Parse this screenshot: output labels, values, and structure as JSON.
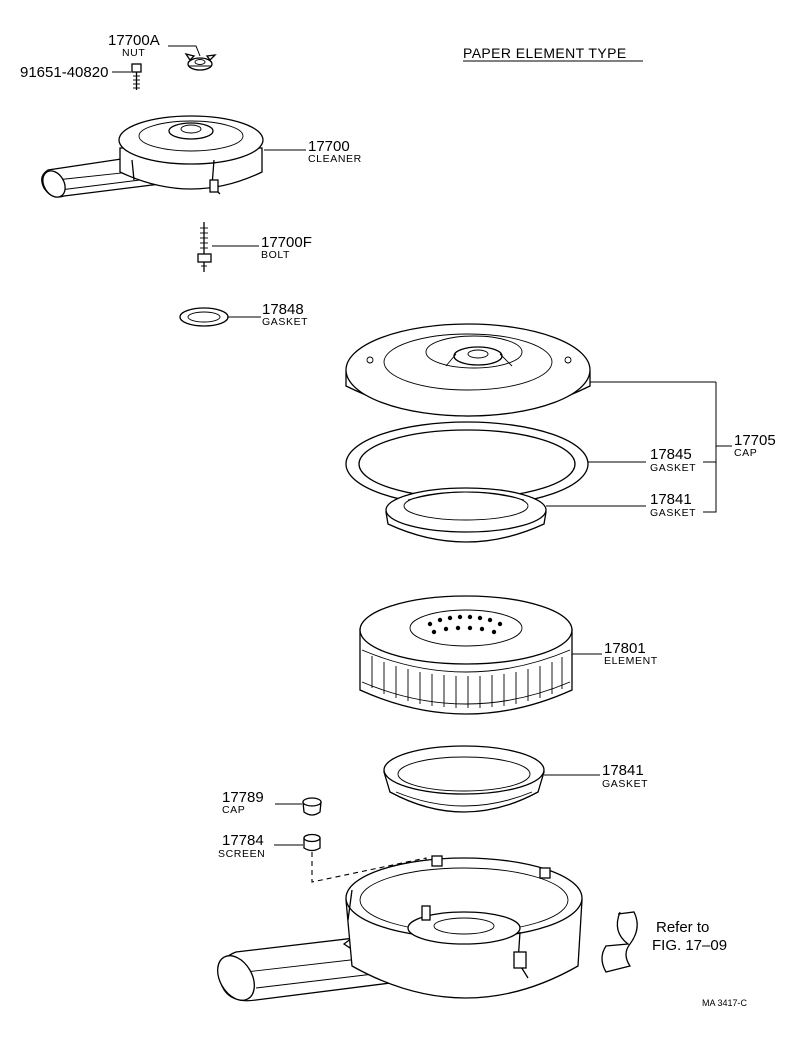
{
  "title": "PAPER ELEMENT TYPE",
  "parts": [
    {
      "id": "p17700A",
      "number": "17700A",
      "name": "NUT"
    },
    {
      "id": "p91651",
      "number": "91651-40820",
      "name": ""
    },
    {
      "id": "p17700",
      "number": "17700",
      "name": "CLEANER"
    },
    {
      "id": "p17700F",
      "number": "17700F",
      "name": "BOLT"
    },
    {
      "id": "p17848",
      "number": "17848",
      "name": "GASKET"
    },
    {
      "id": "p17845",
      "number": "17845",
      "name": "GASKET"
    },
    {
      "id": "p17841a",
      "number": "17841",
      "name": "GASKET"
    },
    {
      "id": "p17705",
      "number": "17705",
      "name": "CAP"
    },
    {
      "id": "p17801",
      "number": "17801",
      "name": "ELEMENT"
    },
    {
      "id": "p17841b",
      "number": "17841",
      "name": "GASKET"
    },
    {
      "id": "p17789",
      "number": "17789",
      "name": "CAP"
    },
    {
      "id": "p17784",
      "number": "17784",
      "name": "SCREEN"
    }
  ],
  "reference": {
    "line1": "Refer to",
    "line2": "FIG. 17–09"
  },
  "drawing_code": "MA 3417-C"
}
